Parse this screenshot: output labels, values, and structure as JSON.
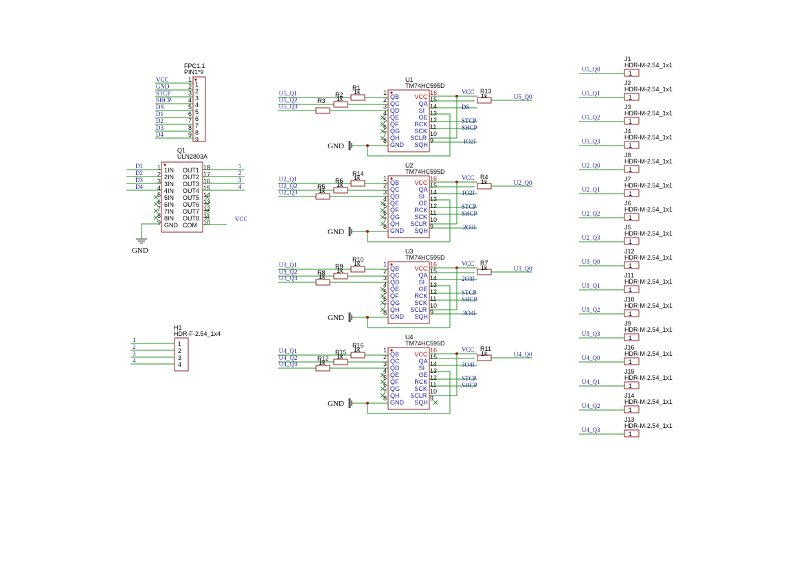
{
  "gnd_label": "GND",
  "vcc_label": "VCC",
  "fpc": {
    "ref": "FPC1.1",
    "value": "PIN1*9",
    "nets": [
      "VCC",
      "GND",
      "STCP",
      "SHCP",
      "DS",
      "D1",
      "D2",
      "D3",
      "D4"
    ],
    "pins": [
      "1",
      "2",
      "3",
      "4",
      "5",
      "6",
      "7",
      "8",
      "9"
    ]
  },
  "uln": {
    "ref": "Q1",
    "value": "ULN2803A",
    "left_pins": [
      {
        "num": "1",
        "name": "1IN",
        "net": "D1"
      },
      {
        "num": "2",
        "name": "2IN",
        "net": "D2"
      },
      {
        "num": "3",
        "name": "3IN",
        "net": "D3"
      },
      {
        "num": "4",
        "name": "4IN",
        "net": "D4"
      },
      {
        "num": "5",
        "name": "5IN",
        "net": ""
      },
      {
        "num": "6",
        "name": "6IN",
        "net": ""
      },
      {
        "num": "7",
        "name": "7IN",
        "net": ""
      },
      {
        "num": "8",
        "name": "8IN",
        "net": ""
      },
      {
        "num": "9",
        "name": "GND",
        "net": ""
      }
    ],
    "right_pins": [
      {
        "num": "18",
        "name": "OUT1",
        "net": "1"
      },
      {
        "num": "17",
        "name": "OUT2",
        "net": "2"
      },
      {
        "num": "16",
        "name": "OUT3",
        "net": "3"
      },
      {
        "num": "15",
        "name": "OUT4",
        "net": "4"
      },
      {
        "num": "14",
        "name": "OUT5",
        "net": ""
      },
      {
        "num": "13",
        "name": "OUT6",
        "net": ""
      },
      {
        "num": "12",
        "name": "OUT7",
        "net": ""
      },
      {
        "num": "11",
        "name": "OUT8",
        "net": ""
      },
      {
        "num": "10",
        "name": "COM",
        "net": "VCC"
      }
    ]
  },
  "header": {
    "ref": "H1",
    "value": "HDR-F-2.54_1x4",
    "nets": [
      "1",
      "2",
      "3",
      "4"
    ],
    "pins": [
      "1",
      "2",
      "3",
      "4"
    ]
  },
  "chip_left_pins": [
    {
      "num": "1",
      "name": "QB"
    },
    {
      "num": "2",
      "name": "QC"
    },
    {
      "num": "3",
      "name": "QD"
    },
    {
      "num": "4",
      "name": "QE"
    },
    {
      "num": "5",
      "name": "QF"
    },
    {
      "num": "6",
      "name": "QG"
    },
    {
      "num": "7",
      "name": "QH"
    },
    {
      "num": "8",
      "name": "GND"
    }
  ],
  "chip_right_pins": [
    {
      "num": "16",
      "name": "VCC"
    },
    {
      "num": "15",
      "name": "QA"
    },
    {
      "num": "14",
      "name": "SI"
    },
    {
      "num": "13",
      "name": "OE"
    },
    {
      "num": "12",
      "name": "RCK"
    },
    {
      "num": "11",
      "name": "SCK"
    },
    {
      "num": "10",
      "name": "SCLR"
    },
    {
      "num": "9",
      "name": "SQH"
    }
  ],
  "shift_registers": [
    {
      "ref": "U1",
      "value": "TM74HC595D",
      "nets_in": [
        "U5_Q1",
        "U5_Q2",
        "U5_Q3"
      ],
      "res": [
        {
          "ref": "R1",
          "val": "1k"
        },
        {
          "ref": "R2",
          "val": "1k"
        },
        {
          "ref": "R3",
          "val": ""
        }
      ],
      "res_out": {
        "ref": "R13",
        "val": "1k"
      },
      "out_net": "U5_Q0",
      "si_net": "DS",
      "stcp": "STCP",
      "shcp": "SHCP",
      "sqh_net": "1O2I"
    },
    {
      "ref": "U2",
      "value": "TM74HC595D",
      "nets_in": [
        "U2_Q1",
        "U2_Q2",
        "U2_Q3"
      ],
      "res": [
        {
          "ref": "R14",
          "val": "1k"
        },
        {
          "ref": "R6",
          "val": "1k"
        },
        {
          "ref": "R5",
          "val": "1k"
        }
      ],
      "res_out": {
        "ref": "R4",
        "val": "1k"
      },
      "out_net": "U2_Q0",
      "si_net": "1O2I",
      "stcp": "STCP",
      "shcp": "SHCP",
      "sqh_net": "2O3I"
    },
    {
      "ref": "U3",
      "value": "TM74HC595D",
      "nets_in": [
        "U3_Q1",
        "U3_Q2",
        "U3_Q3"
      ],
      "res": [
        {
          "ref": "R10",
          "val": "1k"
        },
        {
          "ref": "R9",
          "val": "1k"
        },
        {
          "ref": "R8",
          "val": "1k"
        }
      ],
      "res_out": {
        "ref": "R7",
        "val": "1k"
      },
      "out_net": "U3_Q0",
      "si_net": "2O3I",
      "stcp": "STCP",
      "shcp": "SHCP",
      "sqh_net": "3O4I"
    },
    {
      "ref": "U4",
      "value": "TM74HC595D",
      "nets_in": [
        "U4_Q1",
        "U4_Q2",
        "U4_Q3"
      ],
      "res": [
        {
          "ref": "R16",
          "val": "1k"
        },
        {
          "ref": "R15",
          "val": "1k"
        },
        {
          "ref": "R12",
          "val": "1k"
        }
      ],
      "res_out": {
        "ref": "R11",
        "val": "1k"
      },
      "out_net": "U4_Q0",
      "si_net": "3O4I",
      "stcp": "STCP",
      "shcp": "SHCP",
      "sqh_net": ""
    }
  ],
  "connectors": [
    {
      "ref": "J1",
      "value": "HDR-M-2.54_1x1",
      "net": "U5_Q0",
      "pin": "1"
    },
    {
      "ref": "J2",
      "value": "HDR-M-2.54_1x1",
      "net": "U5_Q1",
      "pin": "1"
    },
    {
      "ref": "J3",
      "value": "HDR-M-2.54_1x1",
      "net": "U5_Q2",
      "pin": "1"
    },
    {
      "ref": "J4",
      "value": "HDR-M-2.54_1x1",
      "net": "U5_Q3",
      "pin": "1"
    },
    {
      "ref": "J8",
      "value": "HDR-M-2.54_1x1",
      "net": "U2_Q0",
      "pin": "1"
    },
    {
      "ref": "J7",
      "value": "HDR-M-2.54_1x1",
      "net": "U2_Q1",
      "pin": "1"
    },
    {
      "ref": "J6",
      "value": "HDR-M-2.54_1x1",
      "net": "U2_Q2",
      "pin": "1"
    },
    {
      "ref": "J5",
      "value": "HDR-M-2.54_1x1",
      "net": "U2_Q3",
      "pin": "1"
    },
    {
      "ref": "J12",
      "value": "HDR-M-2.54_1x1",
      "net": "U3_Q0",
      "pin": "1"
    },
    {
      "ref": "J11",
      "value": "HDR-M-2.54_1x1",
      "net": "U3_Q1",
      "pin": "1"
    },
    {
      "ref": "J10",
      "value": "HDR-M-2.54_1x1",
      "net": "U3_Q2",
      "pin": "1"
    },
    {
      "ref": "J9",
      "value": "HDR-M-2.54_1x1",
      "net": "U3_Q3",
      "pin": "1"
    },
    {
      "ref": "J16",
      "value": "HDR-M-2.54_1x1",
      "net": "U4_Q0",
      "pin": "1"
    },
    {
      "ref": "J15",
      "value": "HDR-M-2.54_1x1",
      "net": "U4_Q1",
      "pin": "1"
    },
    {
      "ref": "J14",
      "value": "HDR-M-2.54_1x1",
      "net": "U4_Q2",
      "pin": "1"
    },
    {
      "ref": "J13",
      "value": "HDR-M-2.54_1x1",
      "net": "U4_Q3",
      "pin": "1"
    }
  ]
}
